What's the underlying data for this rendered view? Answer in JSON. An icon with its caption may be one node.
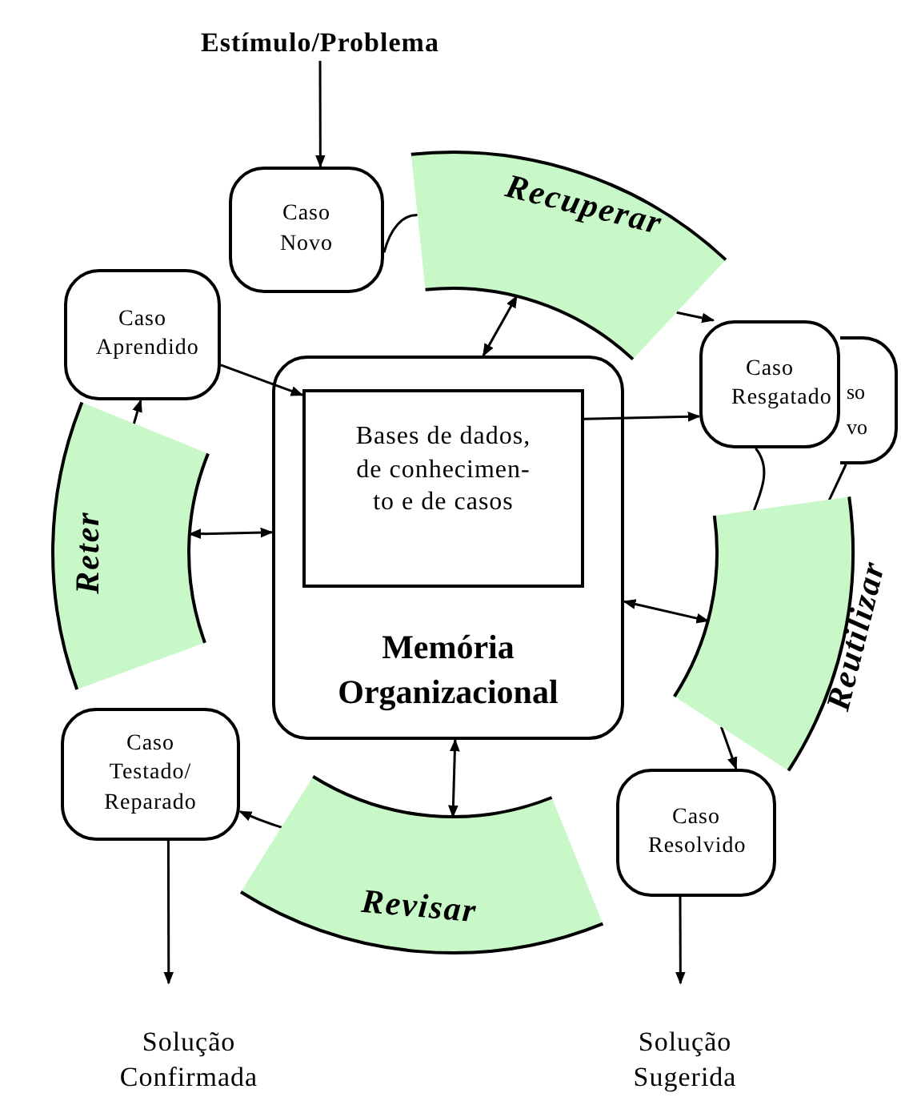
{
  "diagram": {
    "nodes": [
      {
        "text": [
          "Estímulo/Problema"
        ]
      },
      {
        "text": [
          "Caso Novo"
        ]
      },
      {
        "text": [
          "Recuperar"
        ]
      },
      {
        "text": [
          "Caso Aprendido"
        ]
      },
      {
        "text": [
          "Memória Organizacional"
        ]
      },
      {
        "text": [
          "Bases de dados, de conhecimen- to e de casos"
        ],
        "in": 4
      },
      {
        "text": [
          "Caso Resgatado"
        ]
      },
      {
        "text": [
          "so vo"
        ]
      },
      {
        "text": [
          "Reter"
        ]
      },
      {
        "text": [
          "Reutilizar"
        ]
      },
      {
        "text": [
          "Caso Testado/ Reparado"
        ]
      },
      {
        "text": [
          "Revisar"
        ]
      },
      {
        "text": [
          "Caso Resolvido"
        ]
      },
      {
        "text": [
          "Solução Confirmada"
        ]
      },
      {
        "text": [
          "Solução Sugerida"
        ]
      }
    ],
    "edges": [
      {
        "from": 0,
        "to": 1,
        "arrow": "to"
      },
      {
        "from": 1,
        "to": 2,
        "arrow": "none"
      },
      {
        "from": 2,
        "to": 6,
        "arrow": "to"
      },
      {
        "from": 4,
        "to": 2,
        "arrow": "both"
      },
      {
        "from": 3,
        "to": 5,
        "arrow": "to"
      },
      {
        "from": 5,
        "to": 6,
        "arrow": "to"
      },
      {
        "from": 6,
        "to": 9,
        "arrow": "none"
      },
      {
        "from": 9,
        "to": 12,
        "arrow": "to"
      },
      {
        "from": 7,
        "to": 9,
        "arrow": "none"
      },
      {
        "from": 4,
        "to": 9,
        "arrow": "both"
      },
      {
        "from": 8,
        "to": 4,
        "arrow": "both"
      },
      {
        "from": 4,
        "to": 11,
        "arrow": "both"
      },
      {
        "from": 11,
        "to": 10,
        "arrow": "to"
      },
      {
        "from": 8,
        "to": 3,
        "arrow": "to"
      },
      {
        "from": 10,
        "to": 13,
        "arrow": "to"
      },
      {
        "from": 12,
        "to": 14,
        "arrow": "to"
      }
    ]
  }
}
